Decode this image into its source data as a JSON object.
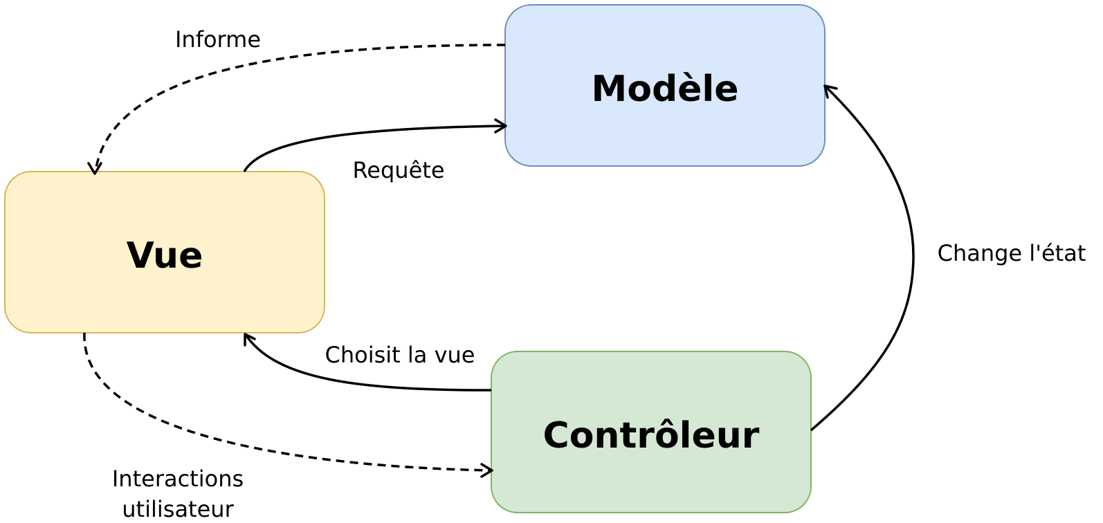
{
  "nodes": {
    "modele": {
      "label": "Modèle",
      "fill": "#dae8fc",
      "stroke": "#6c8ebf"
    },
    "vue": {
      "label": "Vue",
      "fill": "#fff2cc",
      "stroke": "#d6b656"
    },
    "controleur": {
      "label": "Contrôleur",
      "fill": "#d5e8d4",
      "stroke": "#82b366"
    }
  },
  "edges": {
    "informe": {
      "label": "Informe",
      "style": "dashed"
    },
    "requete": {
      "label": "Requête",
      "style": "solid"
    },
    "change_etat": {
      "label": "Change l'état",
      "style": "solid"
    },
    "choisit_vue": {
      "label": "Choisit la vue",
      "style": "solid"
    },
    "interactions": {
      "label_line1": "Interactions",
      "label_line2": "utilisateur",
      "style": "dashed"
    }
  }
}
